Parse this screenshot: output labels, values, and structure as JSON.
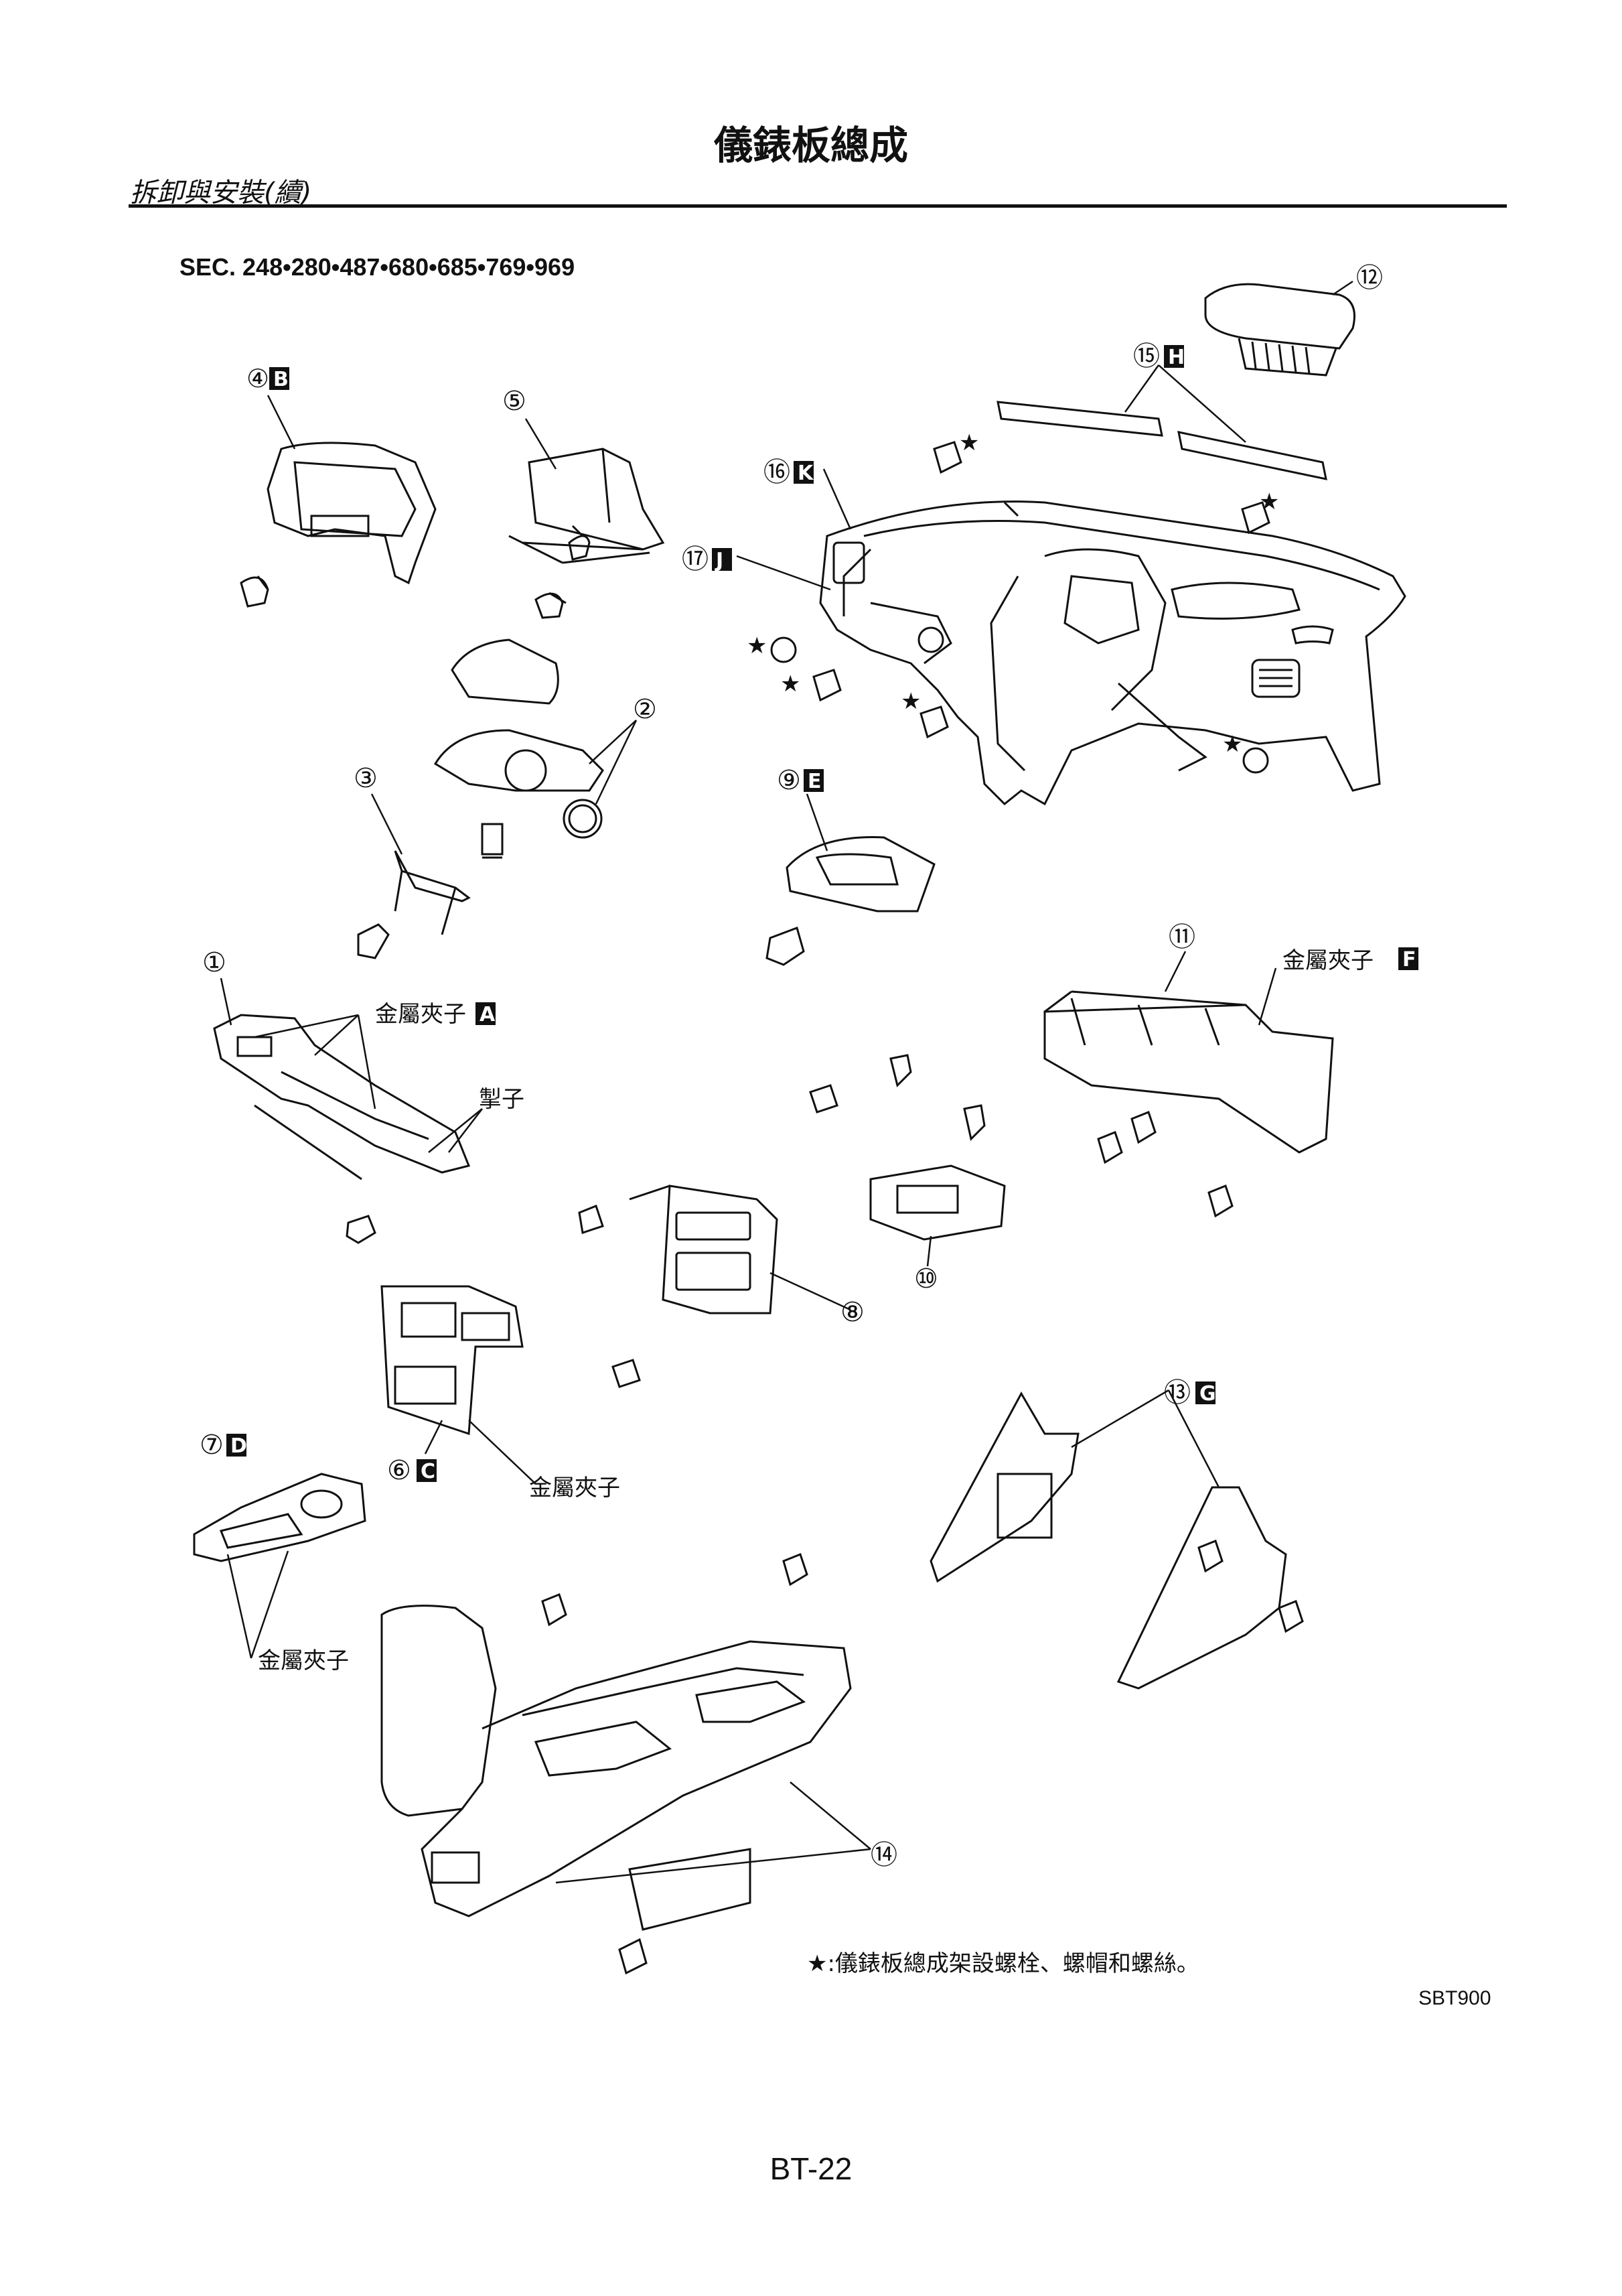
{
  "header": {
    "title": "儀錶板總成",
    "subheading": "拆卸與安裝(續)"
  },
  "section_code": "SEC. 248•280•487•680•685•769•969",
  "callouts": [
    {
      "number": "①",
      "letter": ""
    },
    {
      "number": "②",
      "letter": ""
    },
    {
      "number": "③",
      "letter": ""
    },
    {
      "number": "④",
      "letter": "B"
    },
    {
      "number": "⑤",
      "letter": ""
    },
    {
      "number": "⑥",
      "letter": "C"
    },
    {
      "number": "⑦",
      "letter": "D"
    },
    {
      "number": "⑧",
      "letter": ""
    },
    {
      "number": "⑨",
      "letter": "E"
    },
    {
      "number": "⑩",
      "letter": ""
    },
    {
      "number": "⑪",
      "letter": ""
    },
    {
      "number": "⑫",
      "letter": ""
    },
    {
      "number": "⑬",
      "letter": "G"
    },
    {
      "number": "⑭",
      "letter": ""
    },
    {
      "number": "⑮",
      "letter": "H"
    },
    {
      "number": "⑯",
      "letter": "K"
    },
    {
      "number": "⑰",
      "letter": "J"
    }
  ],
  "labels": {
    "metal_clip_a": "金屬夾子",
    "metal_clip_a_letter": "A",
    "pawl": "掣子",
    "metal_clip_f": "金屬夾子",
    "metal_clip_f_letter": "F",
    "metal_clip_c": "金屬夾子",
    "metal_clip_d": "金屬夾子"
  },
  "star_symbol": "★",
  "note": "★:儀錶板總成架設螺栓、螺帽和螺絲。",
  "figure_id": "SBT900",
  "page_number": "BT-22"
}
